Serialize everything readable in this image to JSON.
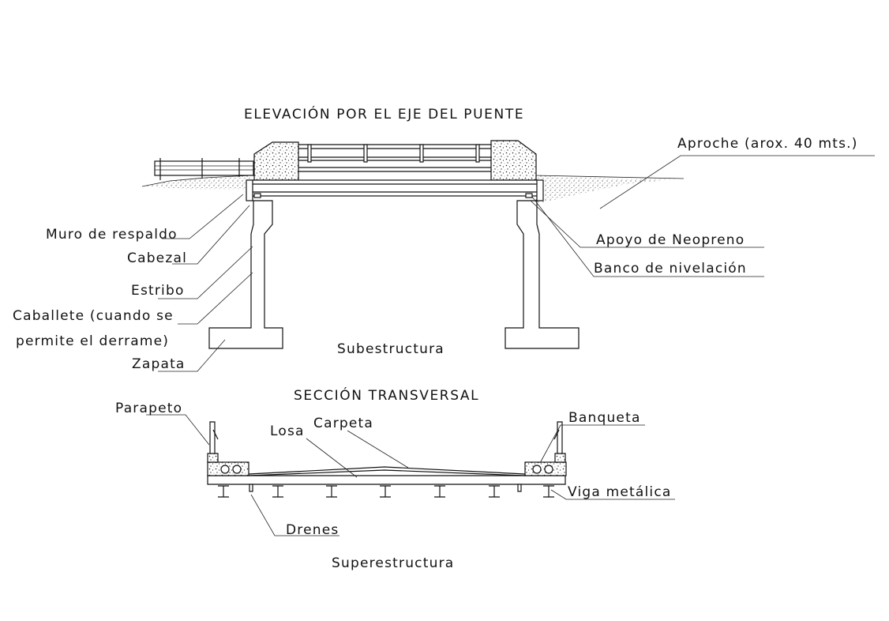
{
  "elevation": {
    "title": "ELEVACIÓN POR EL EJE DEL PUENTE",
    "section_label": "Subestructura",
    "labels": {
      "aproche": "Aproche (arox. 40 mts.)",
      "muro_respaldo": "Muro de respaldo",
      "cabezal": "Cabezal",
      "estribo": "Estribo",
      "caballete_1": "Caballete (cuando se",
      "caballete_2": "permite el derrame)",
      "zapata": "Zapata",
      "apoyo_neopreno": "Apoyo de Neopreno",
      "banco_nivelacion": "Banco de nivelación"
    }
  },
  "section": {
    "title": "SECCIÓN TRANSVERSAL",
    "section_label": "Superestructura",
    "labels": {
      "parapeto": "Parapeto",
      "losa": "Losa",
      "carpeta": "Carpeta",
      "banqueta": "Banqueta",
      "viga_metalica": "Viga metálica",
      "drenes": "Drenes"
    }
  }
}
